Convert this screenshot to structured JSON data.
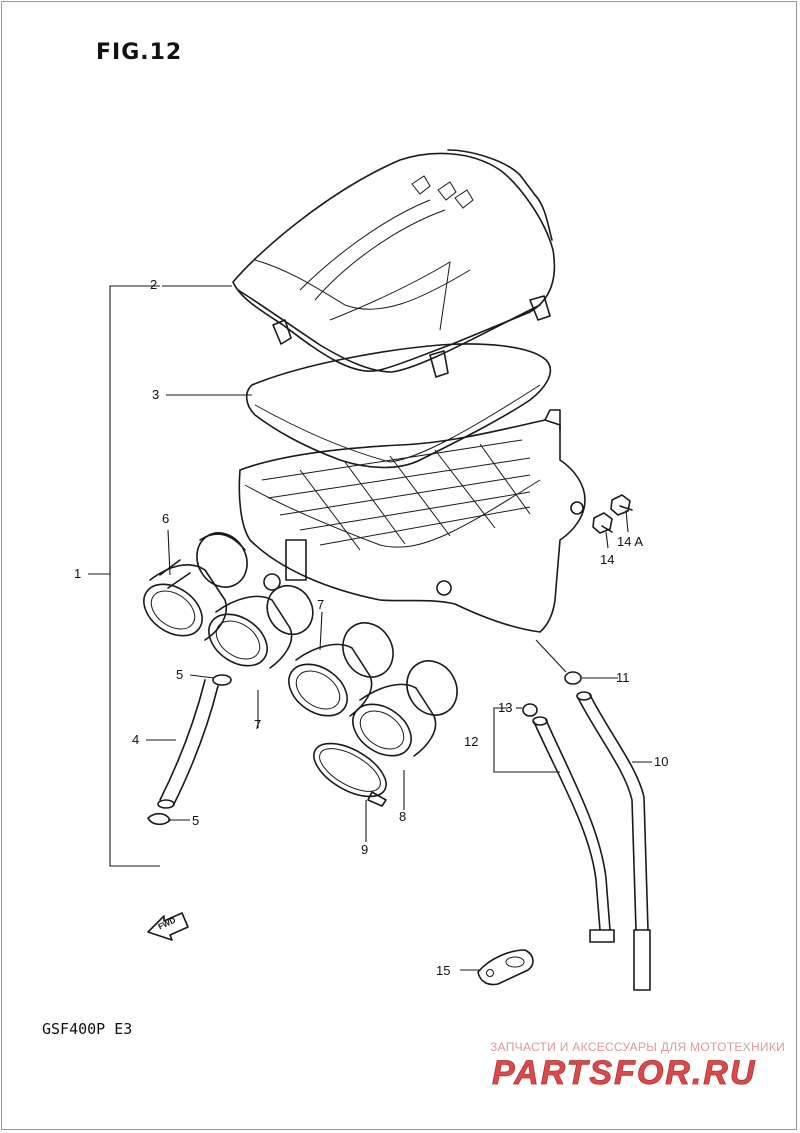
{
  "figure": {
    "title": "FIG.12",
    "model": "GSF400P  E3"
  },
  "callouts": {
    "c1": "1",
    "c2": "2",
    "c3": "3",
    "c4": "4",
    "c5a": "5",
    "c5b": "5",
    "c6": "6",
    "c7a": "7",
    "c7b": "7",
    "c8": "8",
    "c9": "9",
    "c10": "10",
    "c11": "11",
    "c12": "12",
    "c13": "13",
    "c14": "14",
    "c14a": "14 A",
    "c15": "15"
  },
  "fwd_arrow": {
    "label": "FWD"
  },
  "watermark": {
    "tagline": "ЗАПЧАСТИ И АКСЕССУАРЫ ДЛЯ МОТОТЕХНИКИ",
    "logo_text": "PARTSFOR.RU",
    "color": "#d94a4a"
  }
}
